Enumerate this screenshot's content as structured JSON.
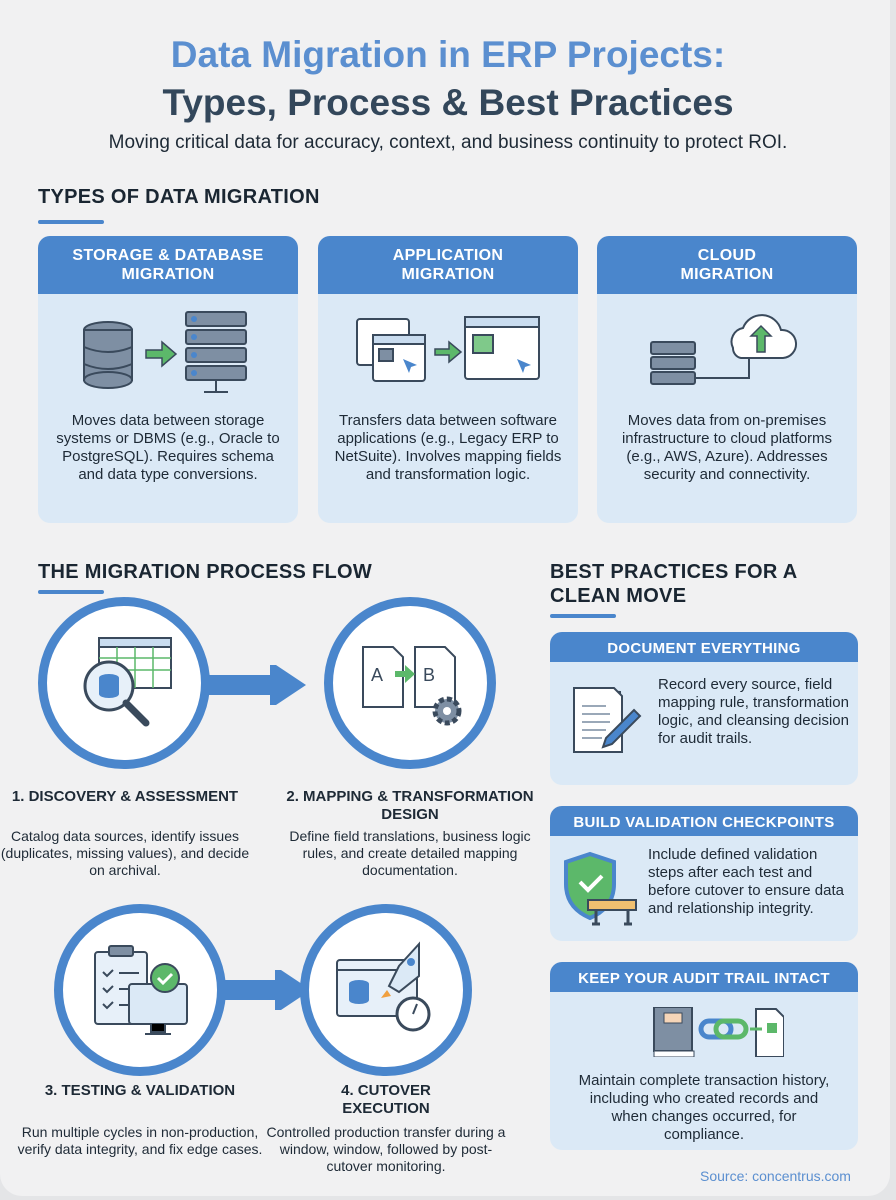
{
  "title": {
    "line1": "Data Migration in ERP Projects:",
    "line2": "Types, Process & Best Practices",
    "subtitle": "Moving critical data for accuracy, context, and business continuity to protect ROI."
  },
  "types": {
    "heading": "TYPES OF DATA MIGRATION",
    "cards": [
      {
        "title": "STORAGE & DATABASE MIGRATION",
        "icon": "database-to-server-icon",
        "text": "Moves data between storage systems or DBMS (e.g., Oracle to PostgreSQL). Requires schema and data type conversions."
      },
      {
        "title": "APPLICATION MIGRATION",
        "icon": "app-windows-transfer-icon",
        "text": "Transfers data between software applications (e.g., Legacy ERP to NetSuite). Involves mapping fields and transformation logic."
      },
      {
        "title": "CLOUD MIGRATION",
        "icon": "server-to-cloud-icon",
        "text": "Moves data from on-premises infrastructure to cloud platforms (e.g., AWS, Azure). Addresses security and connectivity."
      }
    ]
  },
  "process": {
    "heading": "THE MIGRATION PROCESS FLOW",
    "steps": [
      {
        "title": "1. DISCOVERY & ASSESSMENT",
        "icon": "database-search-icon",
        "text": "Catalog data sources, identify issues (duplicates, missing values), and decide on archival."
      },
      {
        "title": "2. MAPPING & TRANSFORMATION DESIGN",
        "icon": "document-mapping-gear-icon",
        "text": "Define field translations, business logic rules, and create detailed mapping documentation."
      },
      {
        "title": "3. TESTING & VALIDATION",
        "icon": "clipboard-monitor-check-icon",
        "text": "Run multiple cycles in non-production, verify data integrity, and fix edge cases."
      },
      {
        "title": "4. CUTOVER EXECUTION",
        "icon": "rocket-stopwatch-icon",
        "text": "Controlled production transfer during a window, window, followed by post-cutover monitoring."
      }
    ]
  },
  "practices": {
    "heading": "BEST PRACTICES FOR A CLEAN MOVE",
    "cards": [
      {
        "title": "DOCUMENT EVERYTHING",
        "icon": "documents-pen-icon",
        "text": "Record every source, field mapping rule, transformation logic, and cleansing decision for audit trails."
      },
      {
        "title": "BUILD VALIDATION CHECKPOINTS",
        "icon": "shield-barrier-icon",
        "text": "Include defined validation steps after each test and before cutover to ensure data and relationship integrity."
      },
      {
        "title": "KEEP YOUR AUDIT TRAIL INTACT",
        "icon": "book-link-document-icon",
        "text": "Maintain complete transaction history, including who created records and when changes occurred, for compliance."
      }
    ]
  },
  "source": "Source: concentrus.com",
  "colors": {
    "accent": "#4a86cc",
    "title_blue": "#5b8fd0",
    "card_bg": "#dbe9f6",
    "green": "#5cb86a"
  }
}
